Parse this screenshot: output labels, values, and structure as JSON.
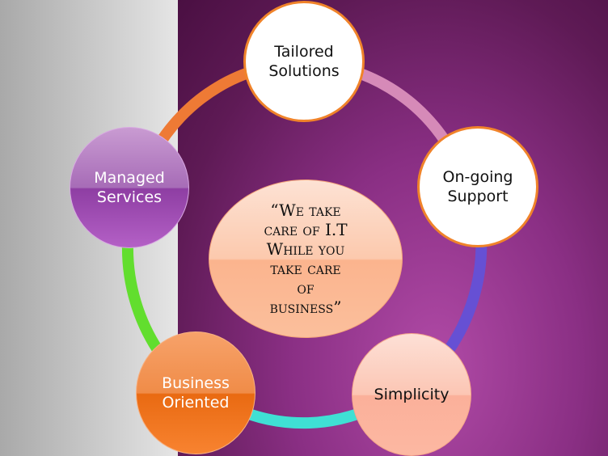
{
  "center_quote": {
    "lines": [
      "“We take",
      "care of I.T",
      "While you",
      "take care",
      "of",
      "business”"
    ]
  },
  "nodes": [
    {
      "label_lines": [
        "Tailored",
        "Solutions"
      ]
    },
    {
      "label_lines": [
        "On-going",
        "Support"
      ]
    },
    {
      "label_lines": [
        "Simplicity"
      ]
    },
    {
      "label_lines": [
        "Business",
        "Oriented"
      ]
    },
    {
      "label_lines": [
        "Managed",
        "Services"
      ]
    }
  ],
  "colors": {
    "ring_orange": "#ee7a35",
    "ring_pink": "#d77fb1",
    "ring_blue": "#5a46cc",
    "ring_cyan": "#3fe0d4",
    "ring_green": "#60dd2c",
    "purple_bg": "#8a2f84"
  }
}
